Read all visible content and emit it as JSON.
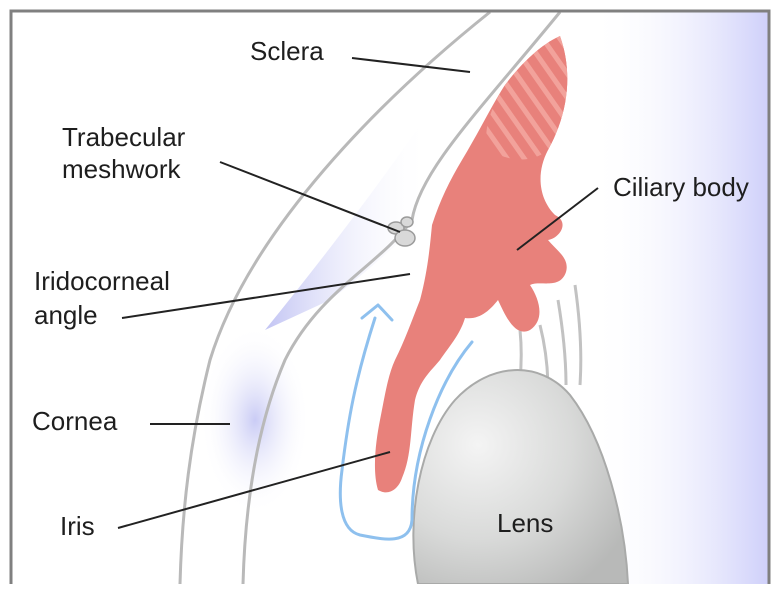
{
  "labels": {
    "sclera": "Sclera",
    "trabecular_line1": "Trabecular",
    "trabecular_line2": "meshwork",
    "ciliary_body": "Ciliary body",
    "iridocorneal_line1": "Iridocorneal",
    "iridocorneal_line2": "angle",
    "cornea": "Cornea",
    "iris": "Iris",
    "lens": "Lens"
  },
  "colors": {
    "tissue": "#e8817b",
    "tissue_stripe": "#f3aba4",
    "cornea_outline": "#b9b9b9",
    "fluid_tint": "#c9cbf5",
    "right_tint": "#d6d7fb",
    "flow_arrow": "#8ec0ee",
    "lens_fill": "#d7d8d7",
    "border": "#808080",
    "leader_line": "#222222"
  }
}
